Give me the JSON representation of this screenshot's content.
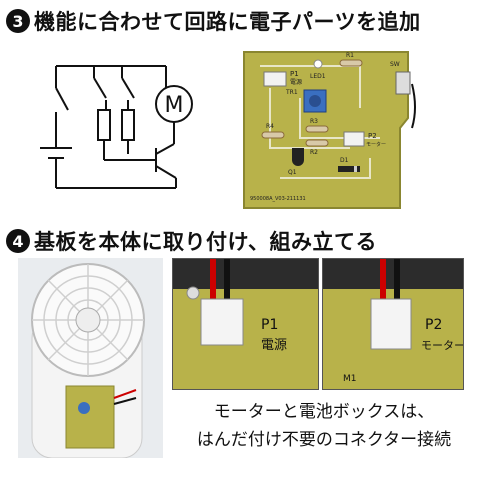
{
  "section3": {
    "number": "3",
    "title": "機能に合わせて回路に電子パーツを追加"
  },
  "section4": {
    "number": "4",
    "title": "基板を本体に取り付け、組み立てる"
  },
  "schematic": {
    "motor_symbol": "M"
  },
  "pcb_labels": {
    "p1": "P1",
    "power": "電源",
    "tr1": "TR1",
    "led1": "LED1",
    "r1": "R1",
    "sw": "SW",
    "r4": "R4",
    "r3": "R3",
    "r2": "R2",
    "p2": "P2",
    "motor": "モーター",
    "d1": "D1",
    "q1": "Q1",
    "serial": "950008A_V03-211131"
  },
  "closeup1": {
    "port": "P1",
    "label": "電源"
  },
  "closeup2": {
    "port": "P2",
    "label": "モーター",
    "m1": "M1"
  },
  "caption": {
    "line1": "モーターと電池ボックスは、",
    "line2": "はんだ付け不要のコネクター接続"
  }
}
